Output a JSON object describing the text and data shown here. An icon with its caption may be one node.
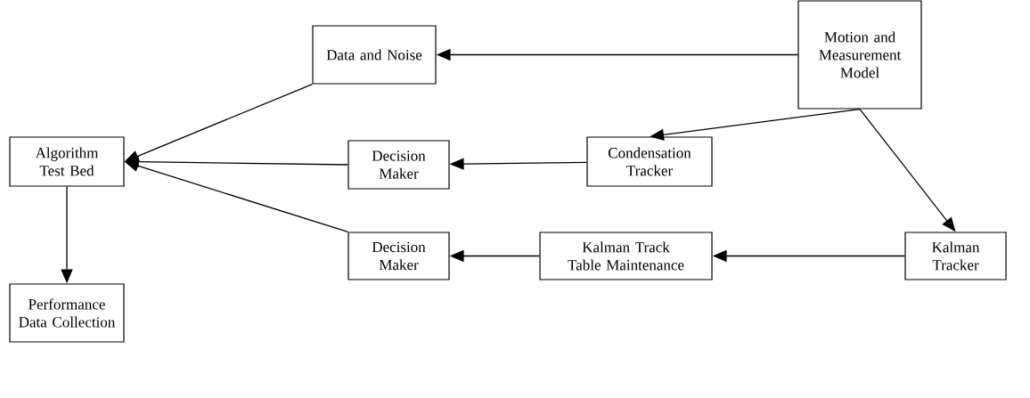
{
  "diagram": {
    "nodes": [
      {
        "text": [
          "Data and Noise"
        ]
      },
      {
        "text": [
          "Motion and Measurement Model"
        ]
      },
      {
        "text": [
          "Algorithm Test Bed"
        ]
      },
      {
        "text": [
          "Decision Maker"
        ]
      },
      {
        "text": [
          "Condensation Tracker"
        ]
      },
      {
        "text": [
          "Decision Maker"
        ]
      },
      {
        "text": [
          "Kalman Track Table Maintenance"
        ]
      },
      {
        "text": [
          "Kalman Tracker"
        ]
      },
      {
        "text": [
          "Performance Data Collection"
        ]
      }
    ],
    "edges": [
      {
        "from": 1,
        "to": 0,
        "arrow": "to"
      },
      {
        "from": 0,
        "to": 2,
        "arrow": "to"
      },
      {
        "from": 1,
        "to": 4,
        "arrow": "to"
      },
      {
        "from": 1,
        "to": 7,
        "arrow": "to"
      },
      {
        "from": 4,
        "to": 3,
        "arrow": "to"
      },
      {
        "from": 3,
        "to": 2,
        "arrow": "to"
      },
      {
        "from": 7,
        "to": 6,
        "arrow": "to"
      },
      {
        "from": 6,
        "to": 5,
        "arrow": "to"
      },
      {
        "from": 5,
        "to": 2,
        "arrow": "to"
      },
      {
        "from": 2,
        "to": 8,
        "arrow": "to"
      }
    ]
  }
}
